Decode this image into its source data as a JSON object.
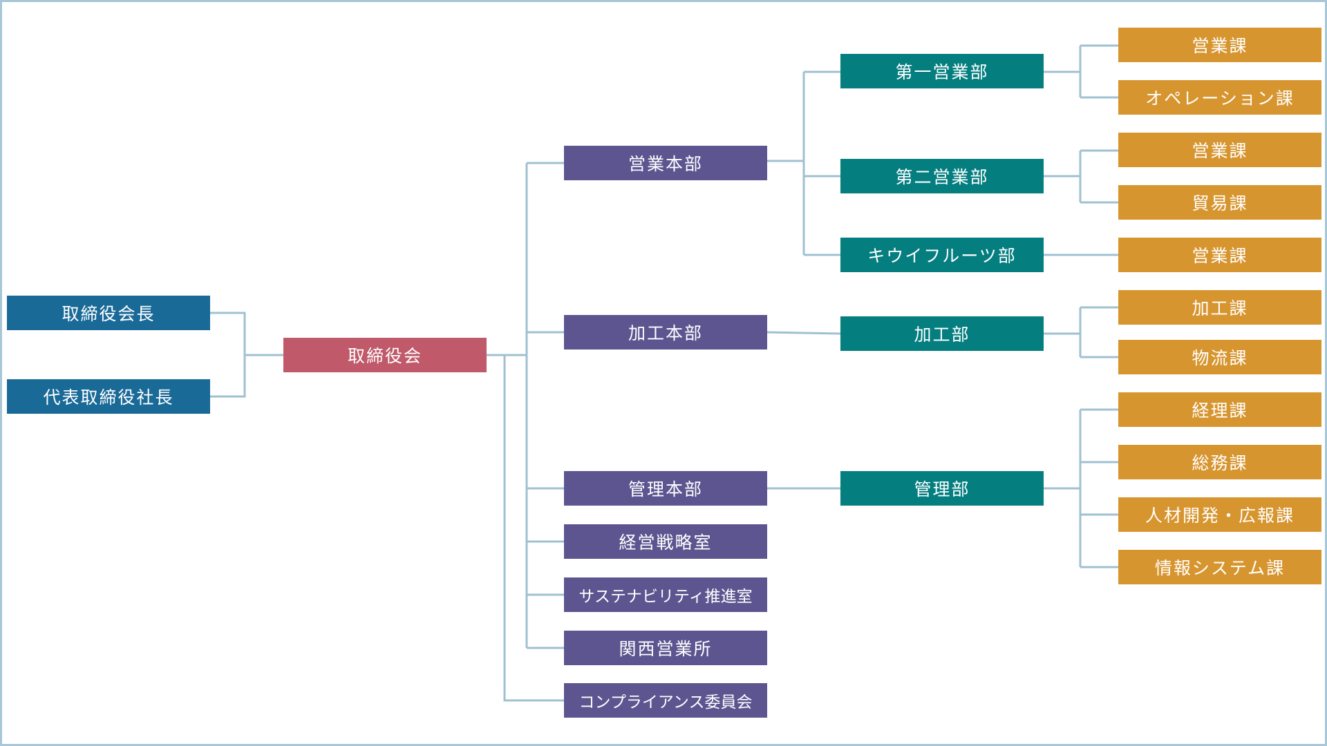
{
  "colors": {
    "executive": "#1a6a98",
    "board": "#c0596a",
    "headquarters": "#5c5590",
    "department": "#057e80",
    "section": "#d7952f",
    "connector": "#9fc0d1",
    "frame": "#a7c6d8"
  },
  "nodes": {
    "chairman": "取締役会長",
    "president": "代表取締役社長",
    "board": "取締役会",
    "sales_hq": "営業本部",
    "processing_hq": "加工本部",
    "admin_hq": "管理本部",
    "strategy_office": "経営戦略室",
    "sustainability_office": "サステナビリティ推進室",
    "kansai_office": "関西営業所",
    "compliance_committee": "コンプライアンス委員会",
    "sales_dept_1": "第一営業部",
    "sales_dept_2": "第二営業部",
    "kiwi_dept": "キウイフルーツ部",
    "processing_dept": "加工部",
    "admin_dept": "管理部",
    "sec_sales_1": "営業課",
    "sec_operations": "オペレーション課",
    "sec_sales_2": "営業課",
    "sec_trade": "貿易課",
    "sec_sales_3": "営業課",
    "sec_processing": "加工課",
    "sec_logistics": "物流課",
    "sec_accounting": "経理課",
    "sec_general_affairs": "総務課",
    "sec_hr_pr": "人材開発・広報課",
    "sec_it": "情報システム課"
  }
}
